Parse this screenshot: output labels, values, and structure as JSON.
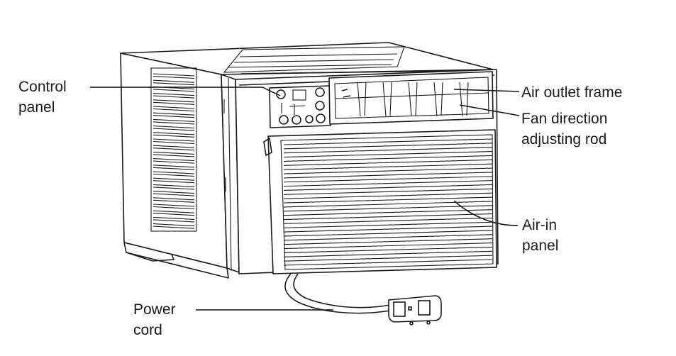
{
  "labels": {
    "control_panel": [
      "Control",
      "panel"
    ],
    "air_outlet_frame": [
      "Air outlet frame"
    ],
    "fan_direction_rod": [
      "Fan direction",
      "adjusting rod"
    ],
    "air_in_panel": [
      "Air-in",
      "panel"
    ],
    "power_cord": [
      "Power",
      "cord"
    ]
  }
}
